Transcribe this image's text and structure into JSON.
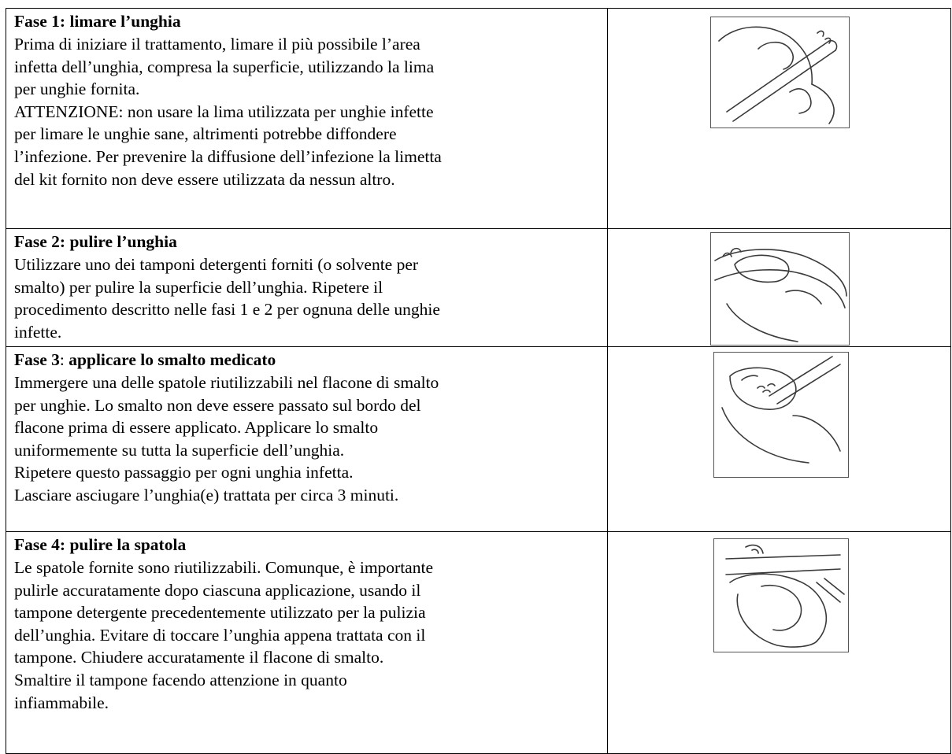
{
  "steps": [
    {
      "title": "Fase 1: limare l’unghia",
      "lines": [
        "Prima di iniziare il trattamento, limare il più possibile l’area",
        "infetta dell’unghia, compresa la superficie, utilizzando la lima",
        "per unghie fornita.",
        "ATTENZIONE: non usare la lima utilizzata per unghie infette",
        "per limare le unghie sane, altrimenti potrebbe diffondere",
        "l’infezione. Per prevenire la diffusione dell’infezione la limetta",
        "del kit fornito non deve essere utilizzata da nessun altro."
      ],
      "icon": "nail-filing-illustration-icon"
    },
    {
      "title": "Fase 2: pulire l’unghia",
      "lines": [
        "Utilizzare uno dei tamponi detergenti forniti (o solvente per",
        "smalto) per pulire la superficie dell’unghia. Ripetere il",
        "procedimento descritto nelle fasi 1 e 2 per ognuna delle unghie",
        "infette."
      ],
      "icon": "nail-cleaning-illustration-icon"
    },
    {
      "title_prefix": "Fase 3",
      "title_sep": ": ",
      "title_rest": "applicare lo smalto medicato",
      "lines": [
        "Immergere una delle spatole riutilizzabili nel flacone di smalto",
        "per unghie. Lo smalto non deve essere passato sul bordo del",
        "flacone prima di essere applicato. Applicare lo smalto",
        "uniformemente su tutta la superficie dell’unghia.",
        "Ripetere questo passaggio per ogni unghia infetta.",
        "Lasciare asciugare l’unghia(e) trattata per circa 3 minuti."
      ],
      "icon": "lacquer-application-illustration-icon"
    },
    {
      "title": "Fase 4: pulire la spatola",
      "lines": [
        "Le spatole fornite sono riutilizzabili. Comunque, è importante",
        "pulirle accuratamente dopo ciascuna applicazione, usando il",
        "tampone detergente precedentemente utilizzato per la pulizia",
        "dell’unghia. Evitare di toccare l’unghia appena trattata con il",
        "tampone. Chiudere accuratamente il flacone di smalto.",
        "Smaltire il tampone facendo attenzione in quanto",
        "infiammabile."
      ],
      "icon": "spatula-cleaning-illustration-icon"
    }
  ]
}
